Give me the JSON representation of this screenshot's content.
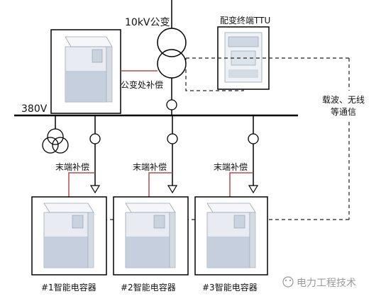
{
  "labels": {
    "transformer": "10kV公变",
    "ttu": "配变终端TTU",
    "bus": "380V",
    "substation_comp": "公变处补偿",
    "comm": [
      "载波、无线",
      "等通信"
    ],
    "end_comp": "末端补偿"
  },
  "capacitors": [
    {
      "label": "#1智能电容器"
    },
    {
      "label": "#2智能电容器"
    },
    {
      "label": "#3智能电容器"
    }
  ],
  "watermark": "电力工程技术",
  "colors": {
    "line": "#000000",
    "red_link": "#b84a4a",
    "dashed": "#222222",
    "cap_body": "#e8ecf2",
    "cap_box": "#b9c6d6",
    "watermark": "#9a9a9a"
  }
}
